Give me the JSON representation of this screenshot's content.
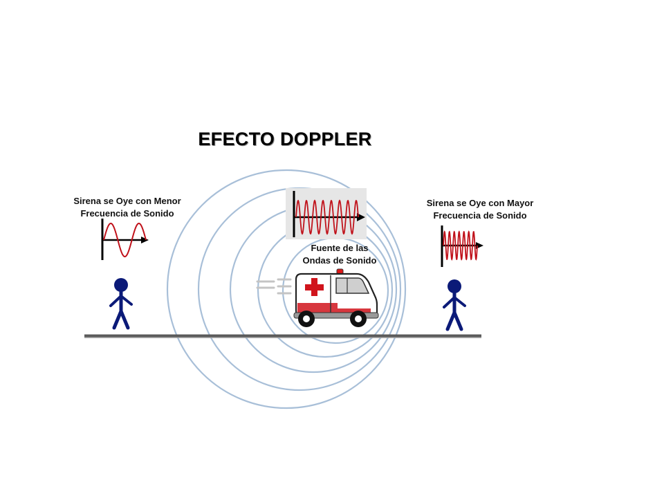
{
  "title": "EFECTO DOPPLER",
  "listener_left": {
    "line1": "Sirena se Oye con Menor",
    "line2": "Frecuencia de Sonido"
  },
  "listener_right": {
    "line1": "Sirena se Oye con Mayor",
    "line2": "Frecuencia de Sonido"
  },
  "source": {
    "line1": "Fuente de las",
    "line2": "Ondas de Sonido"
  },
  "colors": {
    "wavefront": "#a8bfd8",
    "signal": "#c0111a",
    "person": "#0b1a78",
    "ground": "#808080",
    "cross": "#d0141c"
  }
}
